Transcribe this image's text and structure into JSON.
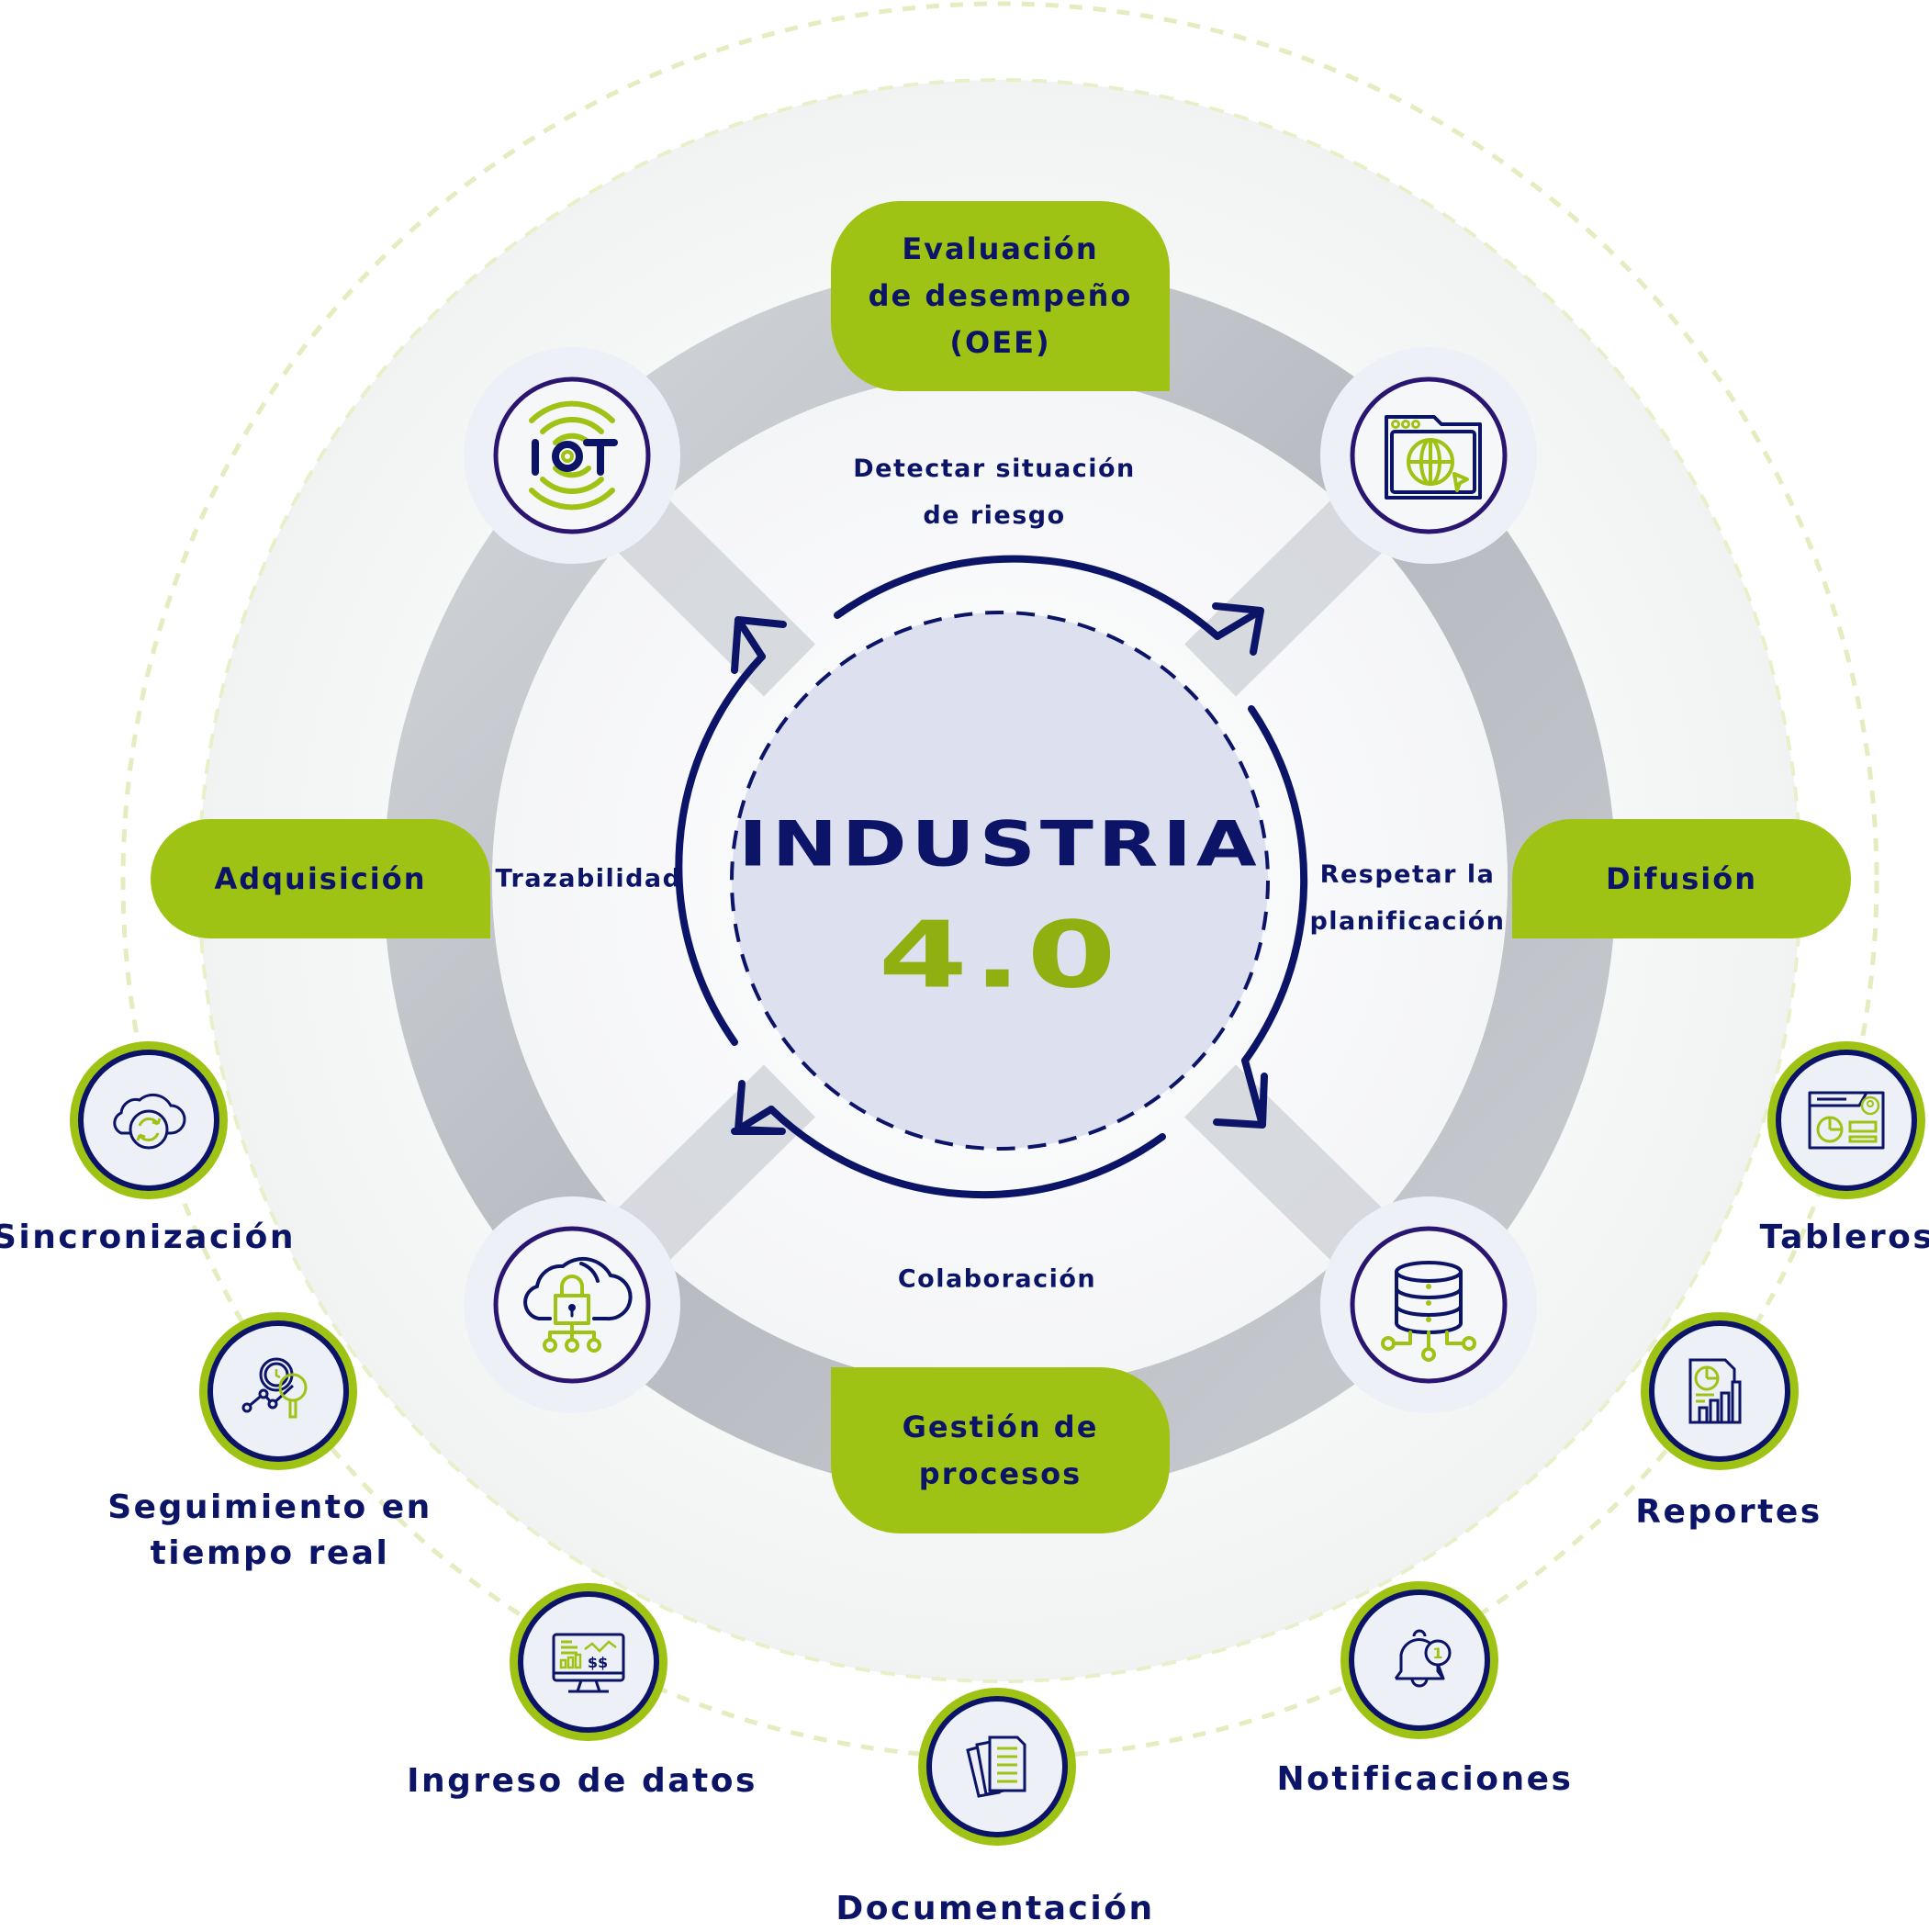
{
  "center": {
    "title": "INDUSTRIA",
    "version": "4.0"
  },
  "stages": {
    "top": [
      "Evaluación",
      "de desempeño",
      "(OEE)"
    ],
    "left": [
      "Adquisición"
    ],
    "right": [
      "Difusión"
    ],
    "bottom": [
      "Gestión de",
      "procesos"
    ]
  },
  "inner_labels": {
    "top": [
      "Detectar situación",
      "de riesgo"
    ],
    "left": [
      "Trazabilidad"
    ],
    "right": [
      "Respetar la",
      "planificación"
    ],
    "bottom": [
      "Colaboración"
    ]
  },
  "ring_icons": [
    {
      "name": "iot-icon",
      "position": "top-left",
      "text": "IOT"
    },
    {
      "name": "web-browser-globe-icon",
      "position": "top-right"
    },
    {
      "name": "cloud-security-network-icon",
      "position": "bottom-left"
    },
    {
      "name": "database-network-icon",
      "position": "bottom-right"
    }
  ],
  "features": [
    {
      "id": "sincronizacion",
      "label": [
        "Sincronización"
      ],
      "icon": "cloud-sync-icon"
    },
    {
      "id": "seguimiento",
      "label": [
        "Seguimiento en",
        "tiempo real"
      ],
      "icon": "realtime-tracking-icon"
    },
    {
      "id": "ingreso",
      "label": [
        "Ingreso de datos"
      ],
      "icon": "monitor-data-entry-icon"
    },
    {
      "id": "documentacion",
      "label": [
        "Documentación"
      ],
      "icon": "documents-icon"
    },
    {
      "id": "notificaciones",
      "label": [
        "Notificaciones"
      ],
      "icon": "bell-notification-icon",
      "badge": "1"
    },
    {
      "id": "reportes",
      "label": [
        "Reportes"
      ],
      "icon": "report-chart-icon"
    },
    {
      "id": "tableros",
      "label": [
        "Tableros"
      ],
      "icon": "dashboard-icon"
    }
  ],
  "colors": {
    "navy": "#0b1466",
    "purple": "#2a1670",
    "lime": "#9fc314",
    "lime_text": "#8fb010",
    "ring_gray": "#c3c7cc",
    "disc_light": "#f3f5f5",
    "center_fill": "#dde0ef",
    "dash_ring": "#e3edbf"
  }
}
